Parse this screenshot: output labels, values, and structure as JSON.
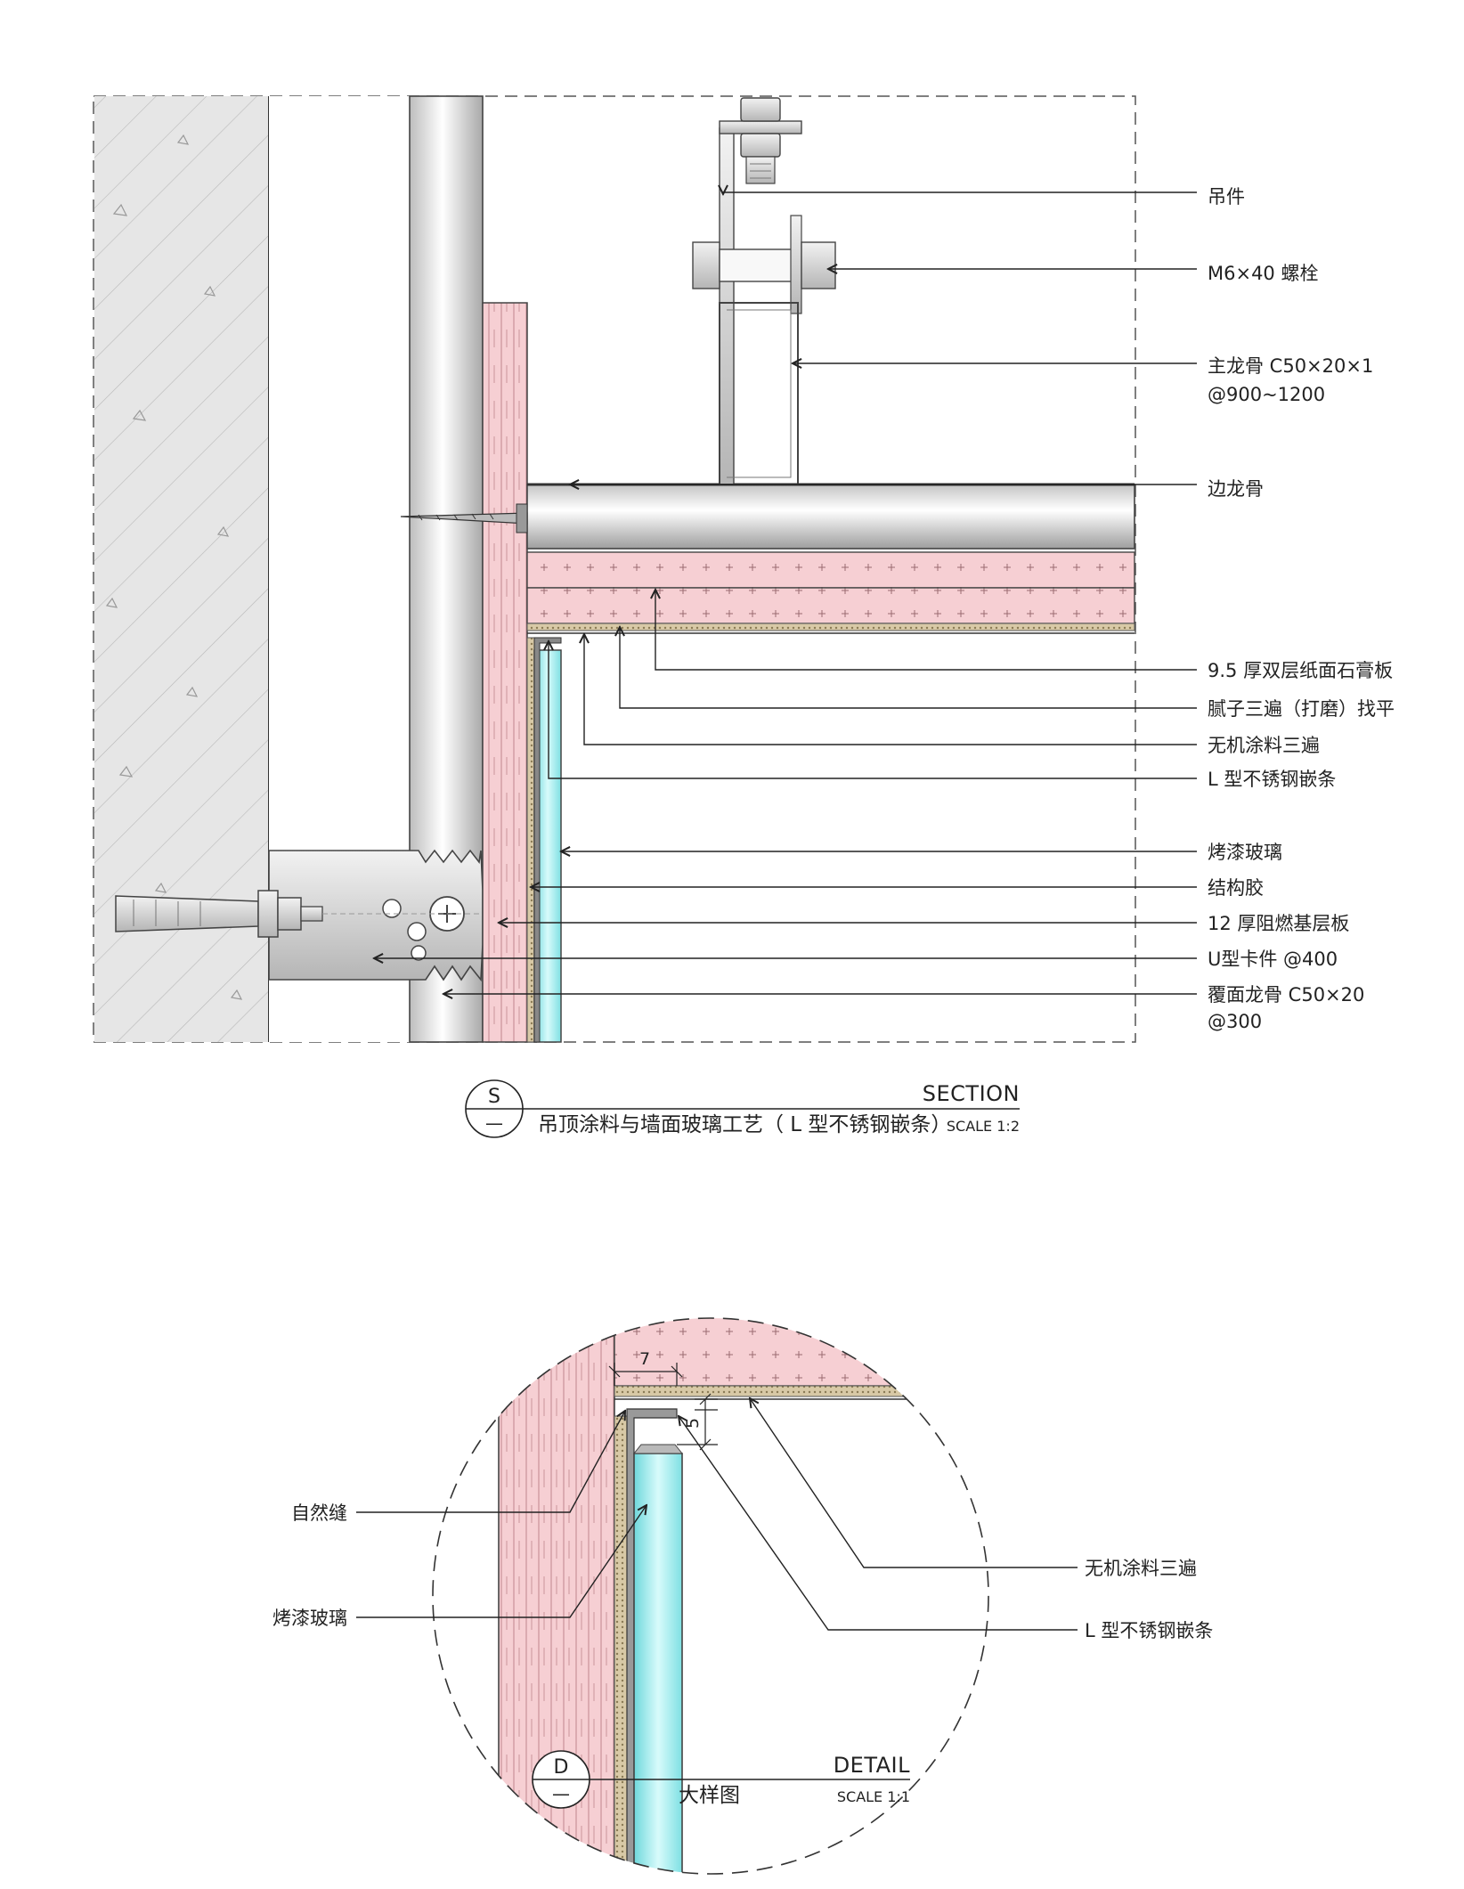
{
  "section": {
    "labels": [
      "吊件",
      "M6×40 螺栓",
      "主龙骨 C50×20×1",
      "@900~1200",
      "边龙骨",
      "9.5 厚双层纸面石膏板",
      "腻子三遍（打磨）找平",
      "无机涂料三遍",
      "L 型不锈钢嵌条",
      "烤漆玻璃",
      "结构胶",
      "12 厚阻燃基层板",
      "U型卡件 @400",
      "覆面龙骨 C50×20",
      "@300"
    ],
    "title_block": {
      "tag": "S",
      "dash": "—",
      "title": "吊顶涂料与墙面玻璃工艺（ L 型不锈钢嵌条）",
      "caption": "SECTION",
      "scale": "SCALE 1:2"
    }
  },
  "detail": {
    "labels": [
      "自然缝",
      "烤漆玻璃",
      "无机涂料三遍",
      "L 型不锈钢嵌条"
    ],
    "dims": [
      "7",
      "5"
    ],
    "title_block": {
      "tag": "D",
      "dash": "—",
      "title": "大样图",
      "caption": "DETAIL",
      "scale": "SCALE 1:1"
    }
  },
  "colors": {
    "board_pink": "#f6cfd3",
    "glass_cyan": "#8fe3e6",
    "concrete": "#e6e6e6",
    "putty": "#d8c9a6",
    "line": "#333333"
  }
}
